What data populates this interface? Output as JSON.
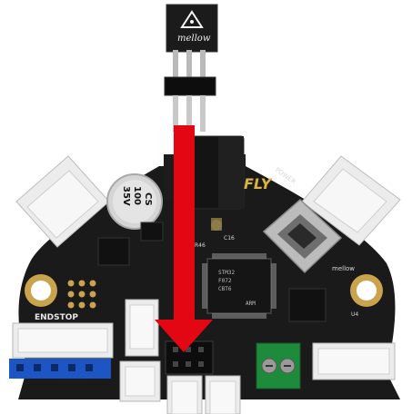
{
  "adapter": {
    "brand": "mellow"
  },
  "board": {
    "capacitor": {
      "line1": "CS",
      "line2": "100",
      "line3": "35V"
    },
    "brand_mark": "FLY",
    "power_label": "POWER",
    "endstop_label": "ENDSTOP",
    "chip_lines": [
      "STM32",
      "F072",
      "CBT6",
      "ARM"
    ],
    "bottom_logo": "mellow",
    "ref_labels": [
      "R46",
      "C16",
      "U4"
    ]
  },
  "colors": {
    "pcb": "#1a1a1a",
    "arrow": "#e30613",
    "terminal_block": "#1e8a3b",
    "header_blue": "#1d56c4",
    "connector_white": "#eeeeee",
    "gold_pad": "#c9a34d"
  },
  "icons": {
    "adapter_logo": "mellow-triangle-logo-icon",
    "arrow": "down-arrow-icon"
  }
}
